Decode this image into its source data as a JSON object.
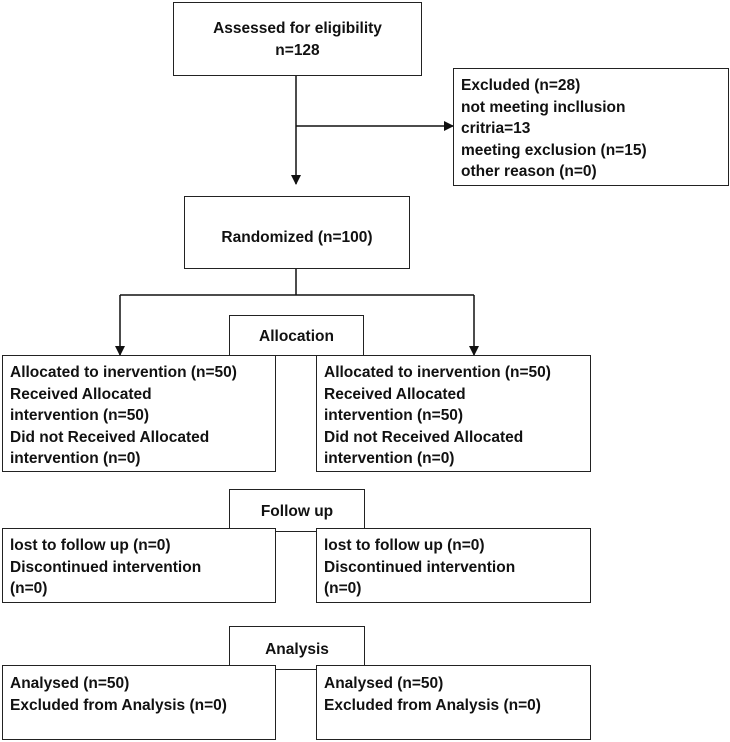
{
  "assessed": {
    "title": "Assessed for eligibility",
    "count": "n=128"
  },
  "excluded": {
    "line1": "Excluded (n=28)",
    "line2": "not meeting incllusion",
    "line3": "critria=13",
    "line4": "meeting exclusion (n=15)",
    "line5": "other reason (n=0)"
  },
  "randomized": {
    "label": "Randomized (n=100)"
  },
  "allocation": {
    "label": "Allocation",
    "left": {
      "line1": "Allocated to inervention (n=50)",
      "line2": "Received Allocated",
      "line3": "intervention (n=50)",
      "line4": "Did not Received Allocated",
      "line5": "intervention (n=0)"
    },
    "right": {
      "line1": "Allocated to inervention (n=50)",
      "line2": "Received Allocated",
      "line3": "intervention (n=50)",
      "line4": "Did not Received Allocated",
      "line5": "intervention (n=0)"
    }
  },
  "followup": {
    "label": "Follow up",
    "left": {
      "line1": "lost to follow up (n=0)",
      "line2": "Discontinued intervention",
      "line3": "(n=0)"
    },
    "right": {
      "line1": "lost to follow up (n=0)",
      "line2": "Discontinued intervention",
      "line3": "(n=0)"
    }
  },
  "analysis": {
    "label": "Analysis",
    "left": {
      "line1": "Analysed (n=50)",
      "line2": "Excluded from Analysis (n=0)"
    },
    "right": {
      "line1": "Analysed (n=50)",
      "line2": "Excluded from Analysis (n=0)"
    }
  }
}
